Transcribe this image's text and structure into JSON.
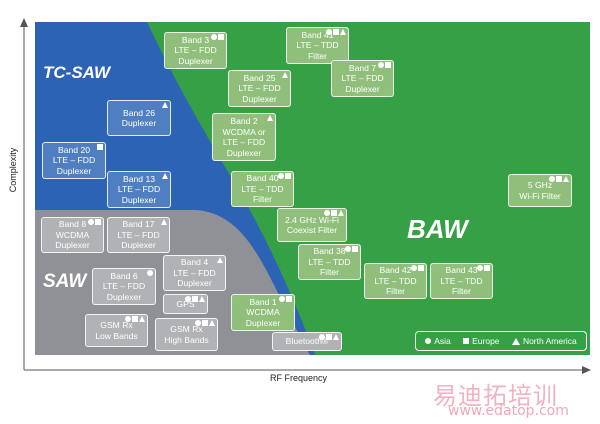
{
  "axes": {
    "y_label": "Complexity",
    "x_label": "RF Frequency"
  },
  "colors": {
    "bawGreen": "#35a046",
    "tcsawBlue": "#2d63b4",
    "sawGrey": "#8f9196",
    "boxGreen": "#8fbf7a",
    "boxBlue": "#4f7fc0",
    "boxGrey": "#b0b2b5"
  },
  "regions": {
    "tcsaw": "TC-SAW",
    "saw": "SAW",
    "baw": "BAW"
  },
  "legend": {
    "asia": "Asia",
    "europe": "Europe",
    "north_america": "North America"
  },
  "boxes": [
    {
      "id": "band3",
      "lines": [
        "Band 3",
        "LTE – FDD",
        "Duplexer"
      ],
      "tech": "BAW",
      "markers": [
        "asia",
        "europe"
      ]
    },
    {
      "id": "band41",
      "lines": [
        "Band 41",
        "LTE – TDD",
        "Filter"
      ],
      "tech": "BAW",
      "markers": [
        "asia",
        "europe",
        "north-america"
      ]
    },
    {
      "id": "band7",
      "lines": [
        "Band 7",
        "LTE – FDD",
        "Duplexer"
      ],
      "tech": "BAW",
      "markers": [
        "asia",
        "europe"
      ]
    },
    {
      "id": "band25",
      "lines": [
        "Band 25",
        "LTE – FDD",
        "Duplexer"
      ],
      "tech": "BAW",
      "markers": [
        "north-america"
      ]
    },
    {
      "id": "band26",
      "lines": [
        "Band 26",
        "Duplexer"
      ],
      "tech": "TC-SAW",
      "markers": [
        "north-america"
      ]
    },
    {
      "id": "band2",
      "lines": [
        "Band 2",
        "WCDMA or",
        "LTE – FDD",
        "Duplexer"
      ],
      "tech": "BAW",
      "markers": [
        "north-america"
      ]
    },
    {
      "id": "band20",
      "lines": [
        "Band 20",
        "LTE – FDD",
        "Duplexer"
      ],
      "tech": "TC-SAW",
      "markers": [
        "europe"
      ]
    },
    {
      "id": "band13",
      "lines": [
        "Band 13",
        "LTE – FDD",
        "Duplexer"
      ],
      "tech": "TC-SAW",
      "markers": [
        "north-america"
      ]
    },
    {
      "id": "band40",
      "lines": [
        "Band 40",
        "LTE – TDD",
        "Filter"
      ],
      "tech": "BAW",
      "markers": [
        "asia",
        "europe"
      ]
    },
    {
      "id": "wifi5",
      "lines": [
        "5 GHz",
        "Wi-Fi Filter"
      ],
      "tech": "BAW",
      "markers": [
        "asia",
        "europe",
        "north-america"
      ]
    },
    {
      "id": "wifi24",
      "lines": [
        "2.4 GHz Wi-Fi",
        "Coexist Filter"
      ],
      "tech": "BAW",
      "markers": [
        "asia",
        "europe",
        "north-america"
      ]
    },
    {
      "id": "band8",
      "lines": [
        "Band 8",
        "WCDMA",
        "Duplexer"
      ],
      "tech": "SAW",
      "markers": [
        "asia",
        "europe"
      ]
    },
    {
      "id": "band17",
      "lines": [
        "Band 17",
        "LTE – FDD",
        "Duplexer"
      ],
      "tech": "SAW",
      "markers": [
        "north-america"
      ]
    },
    {
      "id": "band38",
      "lines": [
        "Band 38",
        "LTE – TDD",
        "Filter"
      ],
      "tech": "BAW",
      "markers": [
        "asia",
        "europe"
      ]
    },
    {
      "id": "band42",
      "lines": [
        "Band 42",
        "LTE – TDD",
        "Filter"
      ],
      "tech": "BAW",
      "markers": [
        "asia",
        "europe"
      ]
    },
    {
      "id": "band43",
      "lines": [
        "Band 43",
        "LTE – TDD",
        "Filter"
      ],
      "tech": "BAW",
      "markers": [
        "asia",
        "europe"
      ]
    },
    {
      "id": "band4",
      "lines": [
        "Band 4",
        "LTE – FDD",
        "Duplexer"
      ],
      "tech": "SAW",
      "markers": [
        "north-america"
      ]
    },
    {
      "id": "band6",
      "lines": [
        "Band 6",
        "LTE – FDD",
        "Duplexer"
      ],
      "tech": "SAW",
      "markers": [
        "asia"
      ]
    },
    {
      "id": "gps",
      "lines": [
        "GPS"
      ],
      "tech": "SAW",
      "markers": [
        "asia",
        "europe",
        "north-america"
      ]
    },
    {
      "id": "band1",
      "lines": [
        "Band 1",
        "WCDMA",
        "Duplexer"
      ],
      "tech": "BAW",
      "markers": [
        "asia",
        "europe"
      ]
    },
    {
      "id": "gsmrxlow",
      "lines": [
        "GSM Rx",
        "Low Bands"
      ],
      "tech": "SAW",
      "markers": [
        "asia",
        "europe",
        "north-america"
      ]
    },
    {
      "id": "gsmrxhigh",
      "lines": [
        "GSM Rx",
        "High Bands"
      ],
      "tech": "SAW",
      "markers": [
        "asia",
        "europe",
        "north-america"
      ]
    },
    {
      "id": "bluetooth",
      "lines": [
        "Bluetooth®"
      ],
      "tech": "BAW",
      "markers": [
        "asia",
        "europe",
        "north-america"
      ]
    }
  ],
  "watermark": {
    "chinese": "易迪拓培训",
    "url": "www.edatop.com"
  }
}
